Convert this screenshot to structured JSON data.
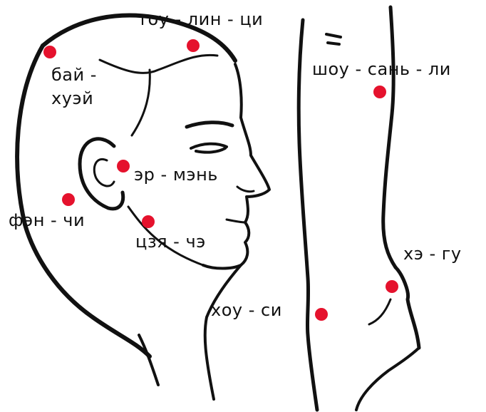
{
  "colors": {
    "point": "#e5122d",
    "outline": "#111111"
  },
  "labels": {
    "bai_hui_line1": "бай -",
    "bai_hui_line2": "хуэй",
    "tou_lin_qi": "тоу - лин - ци",
    "shou_san_li": "шоу - сань - ли",
    "er_men": "эр - мэнь",
    "feng_chi": "фэн - чи",
    "jia_che": "цзя - чэ",
    "he_gu": "хэ - гу",
    "hou_xi": "хоу - си"
  },
  "points": [
    "bai-hui",
    "tou-lin-qi",
    "er-men",
    "feng-chi",
    "jia-che",
    "shou-san-li",
    "he-gu",
    "hou-xi"
  ]
}
